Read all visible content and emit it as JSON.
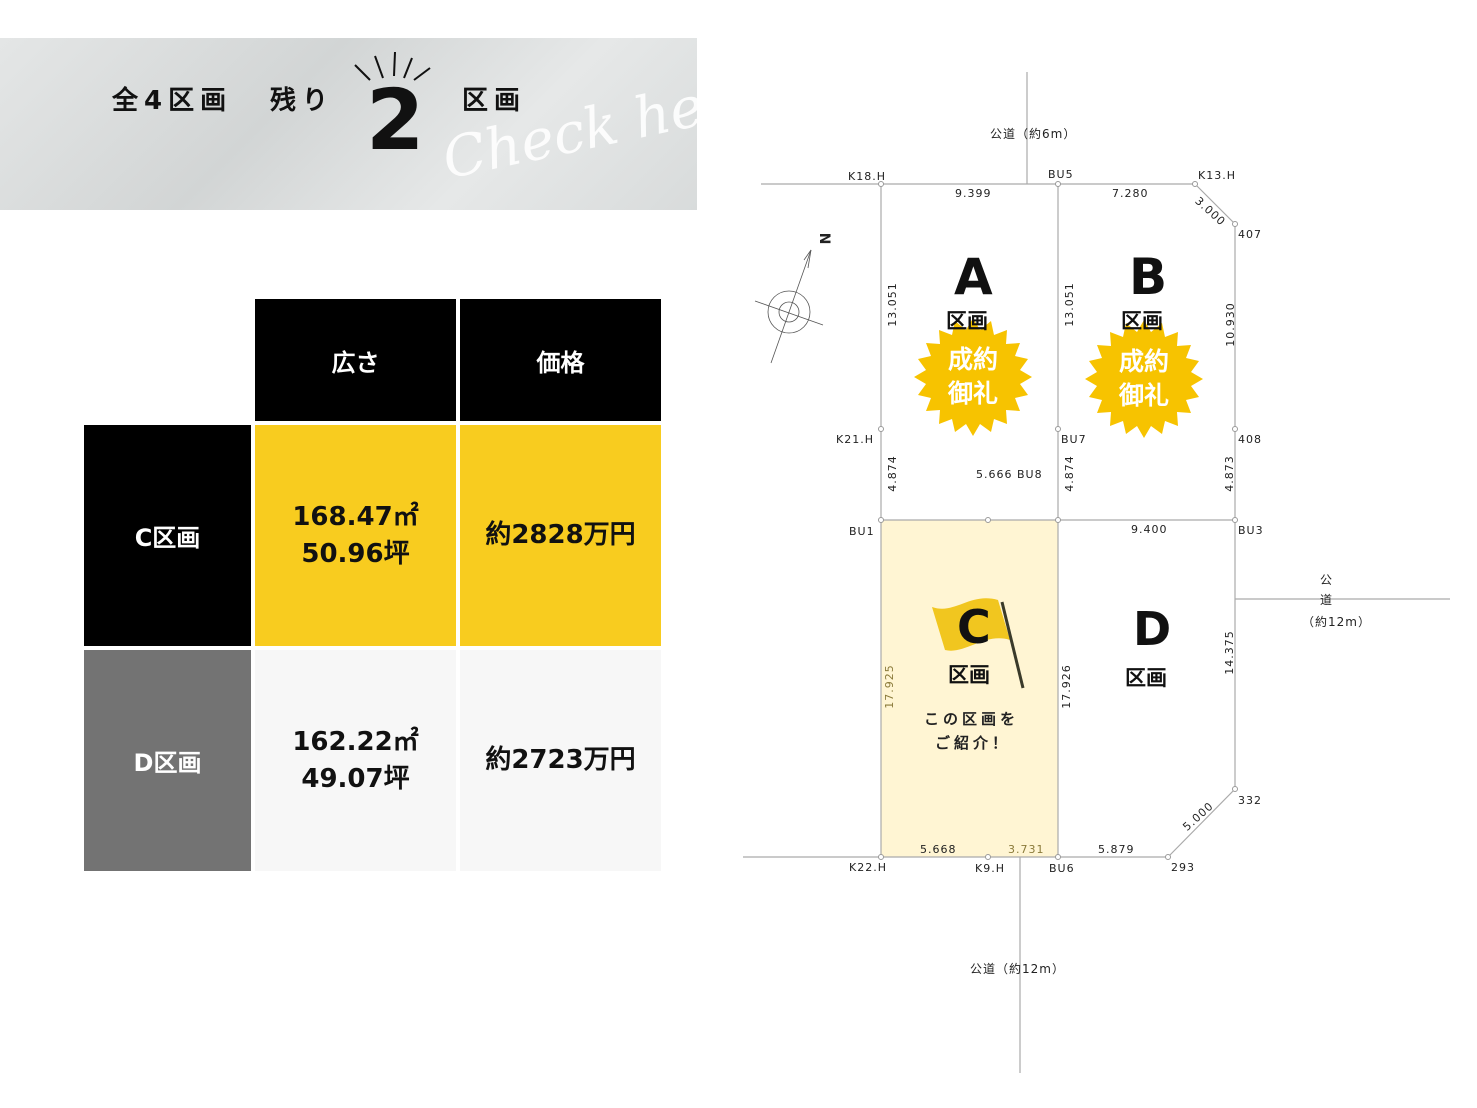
{
  "banner": {
    "total": "全4区画",
    "remaining_label": "残り",
    "remaining_count": "2",
    "unit": "区画",
    "script": "Check here!"
  },
  "table": {
    "headers": [
      "広さ",
      "価格"
    ],
    "rows": [
      {
        "name": "C区画",
        "area_m2": "168.47㎡",
        "area_tsubo": "50.96坪",
        "price": "約2828万円",
        "highlight": true
      },
      {
        "name": "D区画",
        "area_m2": "162.22㎡",
        "area_tsubo": "49.07坪",
        "price": "約2723万円",
        "highlight": false
      }
    ]
  },
  "map": {
    "roads": {
      "top": "公道（約6m）",
      "right": [
        "公",
        "道",
        "（約12m）"
      ],
      "bottom": "公道（約12m）"
    },
    "north": "N",
    "points": [
      "K18.H",
      "BU5",
      "K13.H",
      "407",
      "408",
      "BU3",
      "332",
      "293",
      "BU6",
      "K9.H",
      "K22.H",
      "BU1",
      "K21.H",
      "BU7",
      "5.666 BU8"
    ],
    "dims": [
      "9.399",
      "7.280",
      "3.000",
      "13.051",
      "13.051",
      "10.930",
      "4.874",
      "4.874",
      "4.873",
      "9.400",
      "17.925",
      "17.926",
      "14.375",
      "5.668",
      "3.731",
      "5.879",
      "5.000"
    ],
    "lots": {
      "A": {
        "letter": "A",
        "unit": "区画",
        "badge": [
          "成約",
          "御礼"
        ]
      },
      "B": {
        "letter": "B",
        "unit": "区画",
        "badge": [
          "成約",
          "御礼"
        ]
      },
      "C": {
        "letter": "C",
        "unit": "区画",
        "note": [
          "この区画を",
          "ご紹介！"
        ]
      },
      "D": {
        "letter": "D",
        "unit": "区画"
      }
    },
    "colors": {
      "highlight": "#FFF5D3",
      "accent": "#F8CC1F",
      "badge": "#F7C300"
    }
  }
}
